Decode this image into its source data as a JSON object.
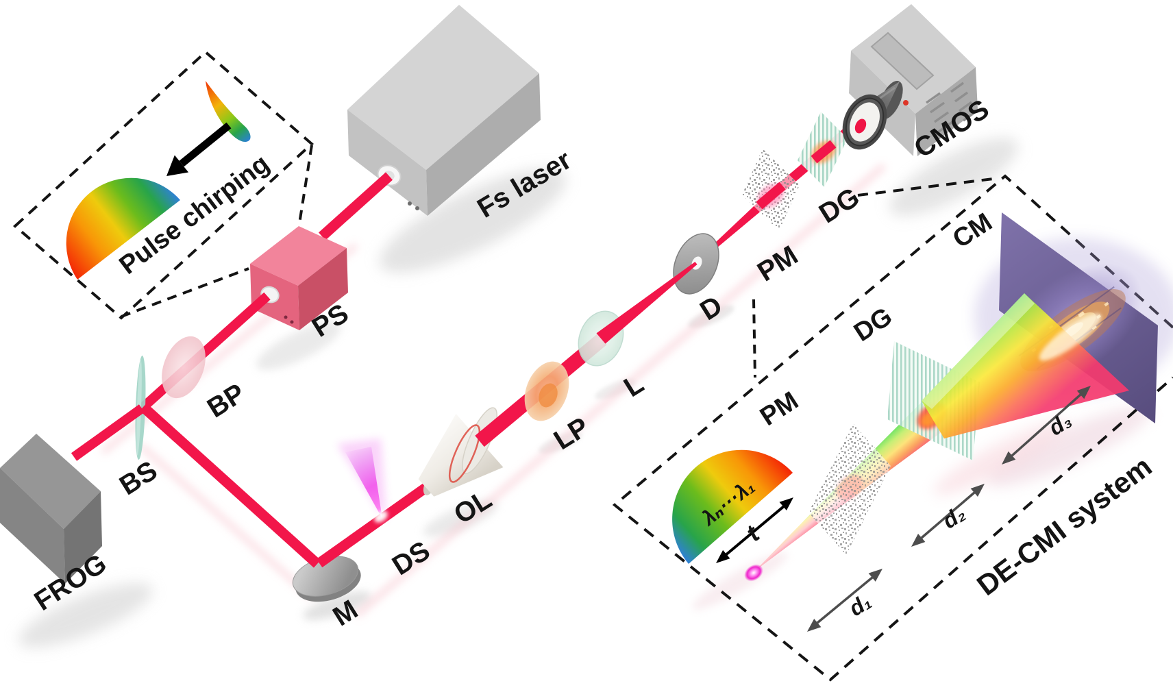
{
  "figure": {
    "type": "optical-experiment-schematic",
    "background": "#ffffff"
  },
  "labels": {
    "fs_laser": "Fs laser",
    "ps": "PS",
    "bp": "BP",
    "bs": "BS",
    "frog": "FROG",
    "m": "M",
    "ds": "DS",
    "ol": "OL",
    "lp": "LP",
    "l": "L",
    "d": "D",
    "pm_main": "PM",
    "dg_main": "DG",
    "cmos": "CMOS",
    "pulse_chirping": "Pulse chirping",
    "pm_inset": "PM",
    "dg_inset": "DG",
    "cm": "CM",
    "lambda_range": "λₙ···λ₁",
    "t": "t",
    "d1": "d₁",
    "d2": "d₂",
    "d3": "d₃",
    "de_cmi": "DE-CMI system"
  },
  "colors": {
    "beam": "#f2164a",
    "laser_box": "#cfcfcf",
    "ps_box": "#ee7f96",
    "frog_box": "#8d8d8d",
    "mirror": "#a8a8a8",
    "bs_plate": "#9fd4c6",
    "bp_filter": "#f3c6cc",
    "lp_lens": "#f3a96e",
    "l_lens": "#d8ece2",
    "diaphragm": "#a8a8a8",
    "grating_stripes": "#9fd2c0",
    "phase_mask_speckle": "#8a8a8a",
    "cm_screen": "#6a5d90",
    "blob": "#e8a458",
    "flare": "#e83ae8",
    "source": "#f021c8",
    "spectrum": [
      "#f42506",
      "#f89707",
      "#eecb0d",
      "#6cbc1c",
      "#28a44a",
      "#2f80d8"
    ]
  },
  "structure": {
    "main_path_sequence": [
      "Fs laser",
      "PS",
      "BP",
      "BS",
      "FROG",
      "M",
      "DS",
      "OL",
      "LP",
      "L",
      "D",
      "PM",
      "DG",
      "CMOS"
    ],
    "de_cmi_sequence": [
      "PM",
      "DG",
      "CM"
    ],
    "de_cmi_distances": [
      "d₁",
      "d₂",
      "d₃"
    ]
  }
}
